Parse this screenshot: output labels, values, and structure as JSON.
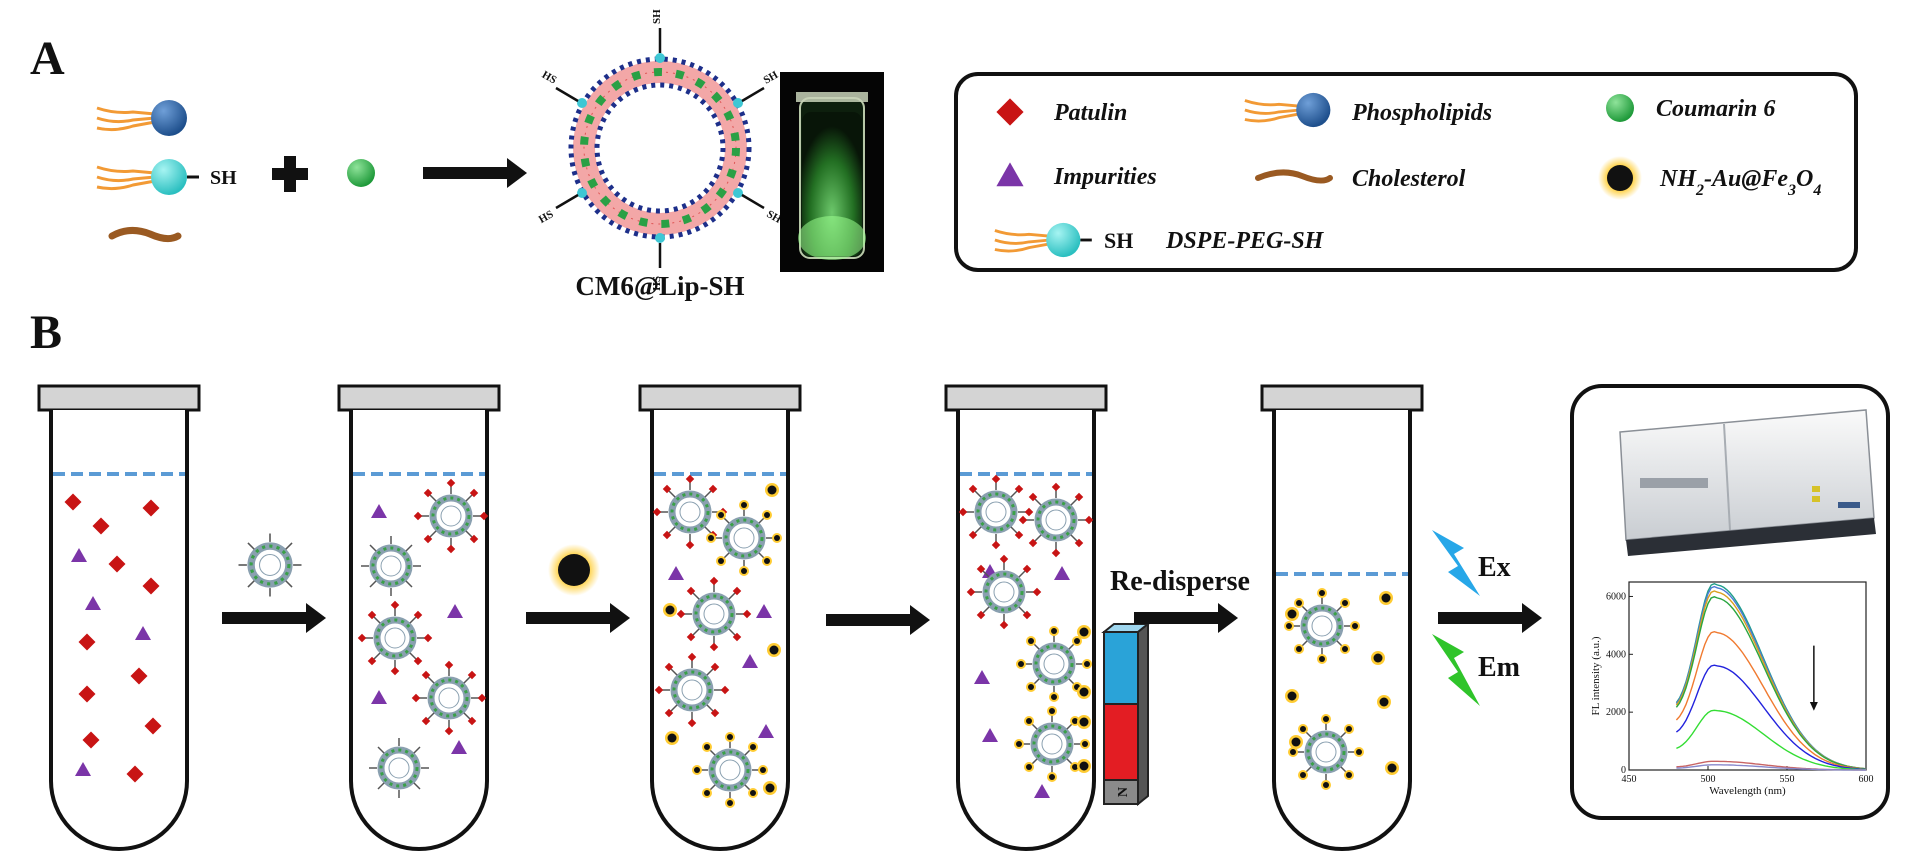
{
  "panel_a": {
    "label": "A",
    "sh_label": "SH",
    "liposome_name": "CM6@Lip-SH",
    "hs_label": "HS",
    "sh_label_outer": "SH"
  },
  "legend": {
    "items": {
      "patulin": "Patulin",
      "phospholipids": "Phospholipids",
      "coumarin": "Coumarin 6",
      "impurities": "Impurities",
      "cholesterol": "Cholesterol",
      "nanoparticle": "NH2-Au@Fe3O4",
      "dspe": "DSPE-PEG-SH",
      "dspe_sh": "SH"
    }
  },
  "panel_b": {
    "label": "B",
    "redisperse": "Re-disperse",
    "ex": "Ex",
    "em": "Em",
    "magnet_label": "N"
  },
  "chart_data": {
    "type": "line",
    "xlabel": "Wavelength (nm)",
    "ylabel": "FL intensity (a.u.)",
    "xlim": [
      450,
      600
    ],
    "ylim": [
      0,
      6500
    ],
    "xticks": [
      450,
      500,
      550,
      600
    ],
    "yticks": [
      0,
      2000,
      4000,
      6000
    ],
    "peak_x": 505,
    "series": [
      {
        "color": "#1f9e8a",
        "peak": 6400
      },
      {
        "color": "#4b7bd6",
        "peak": 6300
      },
      {
        "color": "#d9a020",
        "peak": 6150
      },
      {
        "color": "#2aa640",
        "peak": 5950
      },
      {
        "color": "#f07a30",
        "peak": 4750
      },
      {
        "color": "#2222dd",
        "peak": 3600
      },
      {
        "color": "#33dd33",
        "peak": 2050
      },
      {
        "color": "#c86464",
        "peak": 300
      },
      {
        "color": "#8888cc",
        "peak": 180
      }
    ]
  }
}
